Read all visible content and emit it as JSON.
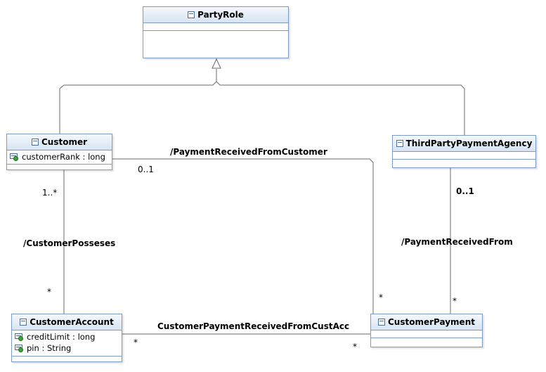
{
  "classes": {
    "party_role": {
      "name": "PartyRole"
    },
    "customer": {
      "name": "Customer",
      "attributes": [
        "customerRank : long"
      ]
    },
    "third_party": {
      "name": "ThirdPartyPaymentAgency"
    },
    "customer_account": {
      "name": "CustomerAccount",
      "attributes": [
        "creditLimit : long",
        "pin : String"
      ]
    },
    "customer_payment": {
      "name": "CustomerPayment"
    }
  },
  "associations": {
    "payment_received_from_customer": {
      "name": "/PaymentReceivedFromCustomer",
      "source_mult": "0..1",
      "target_mult": "*"
    },
    "customer_posseses": {
      "name": "/CustomerPosseses",
      "source_mult": "1..*",
      "target_mult": "*"
    },
    "payment_received_from": {
      "name": "/PaymentReceivedFrom",
      "source_mult": "0..1",
      "target_mult": "*"
    },
    "customer_payment_received_from_cust_acc": {
      "name": "CustomerPaymentReceivedFromCustAcc",
      "source_mult": "*",
      "target_mult": "*"
    }
  }
}
